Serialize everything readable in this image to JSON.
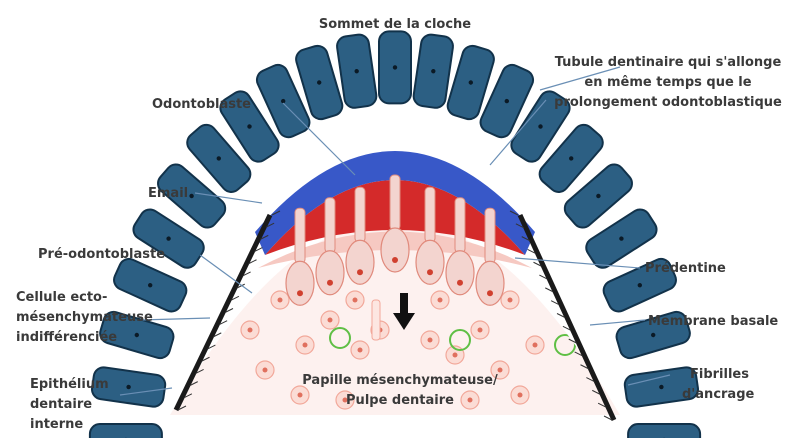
{
  "labels": {
    "top": "Sommet de la cloche",
    "tubule": [
      "Tubule dentinaire qui s'allonge",
      "en même temps que le",
      "prolongement odontoblastique"
    ],
    "odontoblaste": "Odontoblaste",
    "email": "Email",
    "pre_odontoblaste": "Pré-odontoblaste",
    "cellule": [
      "Cellule ecto-",
      "mésenchymateuse",
      "indifférenciée"
    ],
    "epithelium": [
      "Epithélium",
      "dentaire",
      "interne"
    ],
    "predentine": "Prédentine",
    "membrane": "Membrane basale",
    "fibrilles": [
      "Fibrilles",
      "d'ancrage"
    ],
    "papille": [
      "Papille mésenchymateuse/",
      "Pulpe dentaire"
    ]
  },
  "colors": {
    "epithelial_cell": "#2c5f83",
    "epithelial_outline": "#12324a",
    "enamel": "#3858c8",
    "dentin": "#d42a2a",
    "odontoblast": "#f3d4cf",
    "pulp_cell": "#f2a89a",
    "green_cell": "#5fbf45",
    "pointer_line": "#6a8fb5"
  }
}
